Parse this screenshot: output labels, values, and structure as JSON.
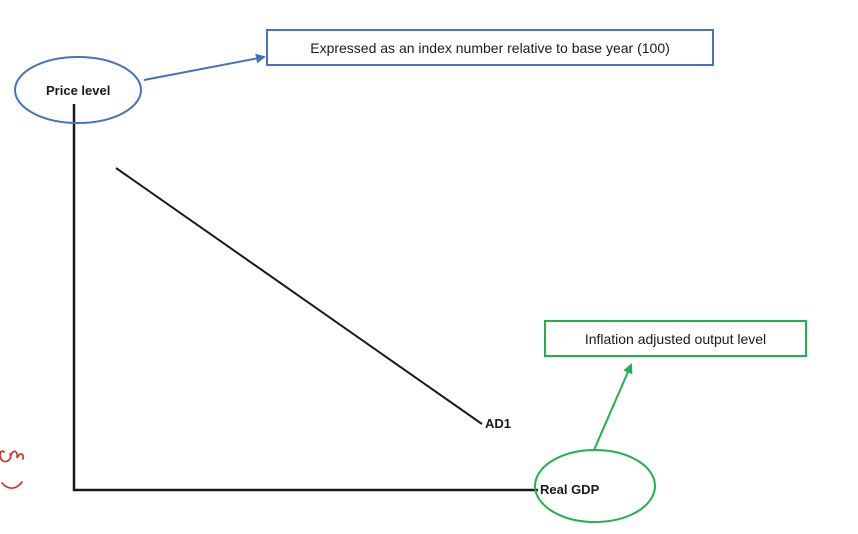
{
  "labels": {
    "y_axis": "Price level",
    "x_axis": "Real GDP",
    "curve": "AD1"
  },
  "annotations": {
    "price_note": "Expressed as an index number relative to base year (100)",
    "gdp_note": "Inflation adjusted output level"
  },
  "colors": {
    "price_accent": "#4472c4",
    "gdp_accent": "#21b14b",
    "axis": "#1a1a1a",
    "watermark": "#e0201b"
  }
}
